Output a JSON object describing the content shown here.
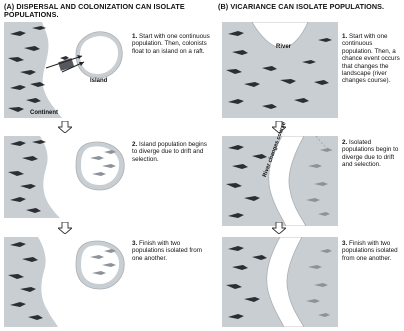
{
  "panel_a": {
    "title": "(a) DISPERSAL AND COLONIZATION CAN ISOLATE POPULATIONS.",
    "labels": {
      "island": "Island",
      "continent": "Continent"
    },
    "steps": [
      {
        "num": "1.",
        "text": "Start with one continuous population. Then, colonists float to an island on a raft."
      },
      {
        "num": "2.",
        "text": "Island population begins to diverge due to drift and selection."
      },
      {
        "num": "3.",
        "text": "Finish with two populations isolated from one another."
      }
    ]
  },
  "panel_b": {
    "title": "(b) VICARIANCE CAN ISOLATE POPULATIONS.",
    "labels": {
      "river": "River",
      "river_changes": "River changes course"
    },
    "steps": [
      {
        "num": "1.",
        "text": "Start with one continuous population. Then, a chance event occurs that changes the landscape (river changes course)."
      },
      {
        "num": "2.",
        "text": "Isolated populations begin to diverge due to drift and selection."
      },
      {
        "num": "3.",
        "text": "Finish with two populations isolated from one another."
      }
    ]
  },
  "colors": {
    "land": "#c9ced2",
    "water": "#ffffff",
    "dark_lizard": "#2b2f33",
    "light_lizard": "#8c9297",
    "arrow": "#ffffff"
  }
}
